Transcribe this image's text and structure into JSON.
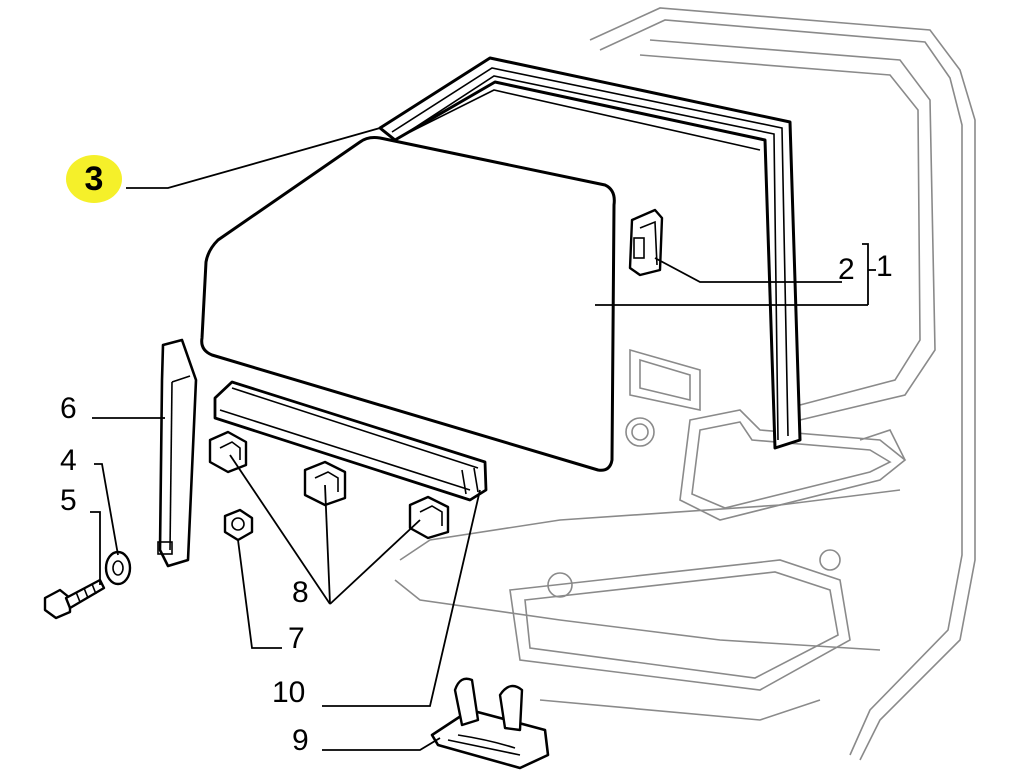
{
  "highlight_color": "#f5f02a",
  "callouts": {
    "c1": "1",
    "c2": "2",
    "c3": "3",
    "c4": "4",
    "c5": "5",
    "c6": "6",
    "c7": "7",
    "c8": "8",
    "c9": "9",
    "c10": "10"
  }
}
